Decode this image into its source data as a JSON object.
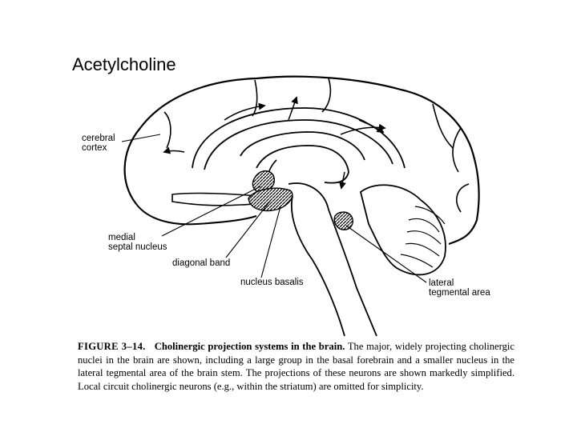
{
  "slide": {
    "title": "Acetylcholine"
  },
  "figure": {
    "labels": {
      "cerebral_cortex_line1": "cerebral",
      "cerebral_cortex_line2": "cortex",
      "medial_septal_line1": "medial",
      "medial_septal_line2": "septal nucleus",
      "diagonal_band": "diagonal band",
      "nucleus_basalis": "nucleus basalis",
      "lateral_tegmental_line1": "lateral",
      "lateral_tegmental_line2": "tegmental area"
    },
    "caption": {
      "figure_number": "FIGURE 3–14.",
      "title": "Cholinergic projection systems in the brain.",
      "body": "The major, widely projecting cholinergic nuclei in the brain are shown, including a large group in the basal forebrain and a smaller nucleus in the lateral tegmental area of the brain stem. The projections of these neurons are shown markedly simplified. Local circuit cholinergic neurons (e.g., within the striatum) are omitted for simplicity."
    }
  }
}
